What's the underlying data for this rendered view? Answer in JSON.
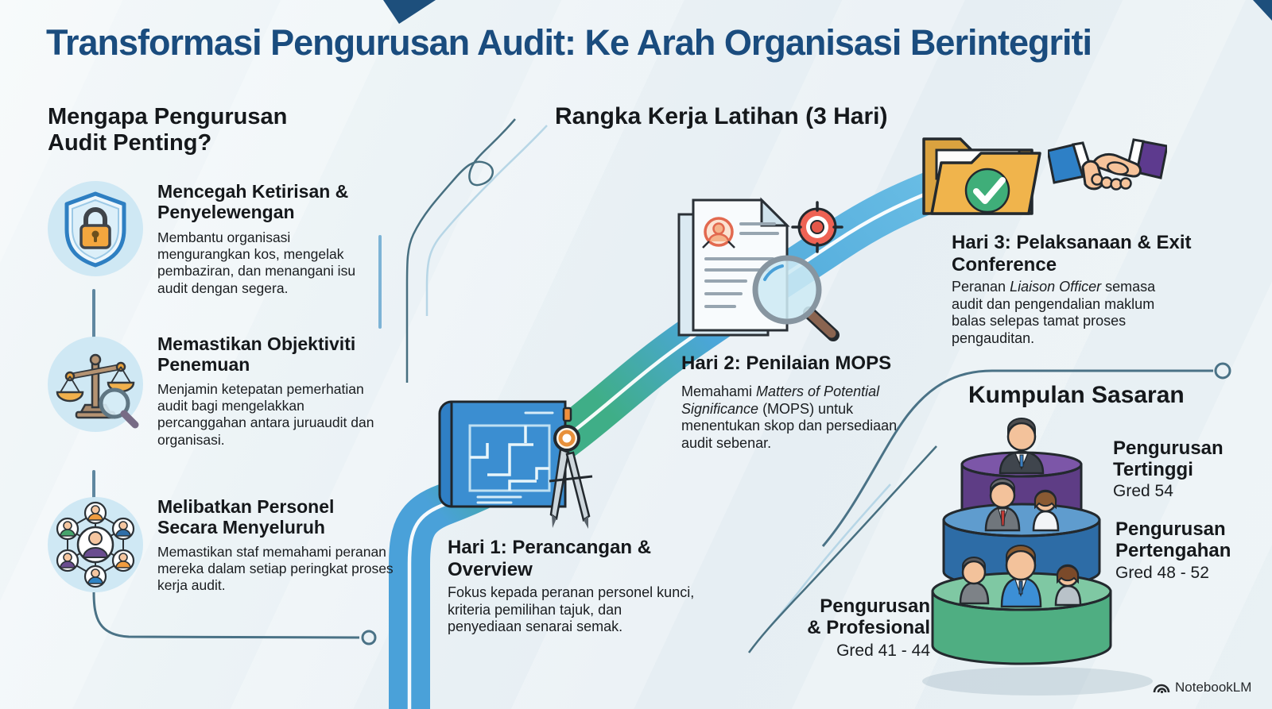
{
  "title": "Transformasi Pengurusan Audit: Ke Arah Organisasi Berintegriti",
  "why_section": {
    "heading": "Mengapa Pengurusan Audit Penting?",
    "items": [
      {
        "icon": "shield-lock-icon",
        "title": "Mencegah Ketirisan & Penyelewengan",
        "body": "Membantu organisasi mengurangkan kos, mengelak pembaziran, dan menangani isu audit dengan segera."
      },
      {
        "icon": "scales-magnifier-icon",
        "title": "Memastikan Objektiviti Penemuan",
        "body": "Menjamin ketepatan pemerhatian audit bagi mengelakkan percanggahan antara juruaudit dan organisasi."
      },
      {
        "icon": "people-network-icon",
        "title": "Melibatkan Personel Secara Menyeluruh",
        "body": "Memastikan staf memahami peranan mereka dalam setiap peringkat proses kerja audit."
      }
    ]
  },
  "framework_section": {
    "heading": "Rangka Kerja Latihan (3 Hari)",
    "days": [
      {
        "icon": "blueprint-compass-icon",
        "title": "Hari 1: Perancangan & Overview",
        "body_prefix": "Fokus kepada peranan personel kunci, kriteria pemilihan tajuk, dan penyediaan senarai semak.",
        "body_italic": "",
        "body_suffix": ""
      },
      {
        "icon": "document-magnifier-target-icon",
        "title": "Hari 2: Penilaian MOPS",
        "body_prefix": "Memahami ",
        "body_italic": "Matters of Potential Significance",
        "body_suffix": " (MOPS) untuk menentukan skop dan persediaan audit sebenar."
      },
      {
        "icon": "folder-check-icon / handshake-icon",
        "title": "Hari 3: Pelaksanaan & Exit Conference",
        "body_prefix": "Peranan ",
        "body_italic": "Liaison Officer",
        "body_suffix": " semasa audit dan pengendalian maklum balas selepas tamat proses pengauditan."
      }
    ]
  },
  "target_section": {
    "heading": "Kumpulan Sasaran",
    "tiers": [
      {
        "label": "Pengurusan Tertinggi",
        "grade": "Gred 54",
        "color": "#5e3d85"
      },
      {
        "label": "Pengurusan Pertengahan",
        "grade": "Gred 48 - 52",
        "color": "#2d6ca6"
      },
      {
        "label": "Pengurusan & Profesional",
        "grade": "Gred 41 - 44",
        "color": "#4fae82"
      }
    ]
  },
  "watermark": "NotebookLM",
  "colors": {
    "title_navy": "#1a4c7e",
    "background": "#eaf1f5",
    "road_blue": "#4aa1d9",
    "road_green": "#3fae87",
    "icon_circle_bg": "#cfe8f4",
    "connector_slate": "#4a7286",
    "folder_orange": "#f0b44c",
    "check_green": "#3fae79",
    "target_red": "#ee6254"
  }
}
